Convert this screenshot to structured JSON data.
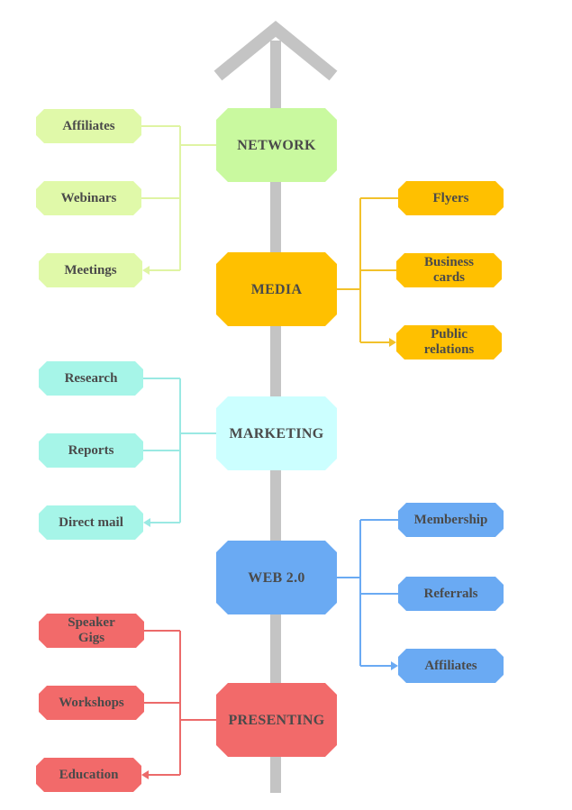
{
  "colors": {
    "spine": "#c4c4c4",
    "label_text": "#4a4a4a",
    "network_main": "#c9f99f",
    "network_leaf": "#e0f9a9",
    "network_line": "#dff4a3",
    "media_main": "#ffc000",
    "media_leaf": "#ffc000",
    "media_line": "#f2c12b",
    "marketing_main": "#ccffff",
    "marketing_leaf": "#a6f5e8",
    "marketing_line": "#9ae9e3",
    "web_main": "#6aaaf3",
    "web_leaf": "#6aaaf3",
    "web_line": "#6aaaf3",
    "presenting_main": "#f26a6a",
    "presenting_leaf": "#f26a6a",
    "presenting_line": "#ec6a6a"
  },
  "spine": {
    "icon": "up-arrow"
  },
  "categories": [
    {
      "id": "network",
      "label": "NETWORK",
      "side": "left",
      "leaves": [
        "Affiliates",
        "Webinars",
        "Meetings"
      ]
    },
    {
      "id": "media",
      "label": "MEDIA",
      "side": "right",
      "leaves": [
        "Flyers",
        "Business\ncards",
        "Public\nrelations"
      ]
    },
    {
      "id": "marketing",
      "label": "MARKETING",
      "side": "left",
      "leaves": [
        "Research",
        "Reports",
        "Direct mail"
      ]
    },
    {
      "id": "web",
      "label": "WEB 2.0",
      "side": "right",
      "leaves": [
        "Membership",
        "Referrals",
        "Affiliates"
      ]
    },
    {
      "id": "presenting",
      "label": "PRESENTING",
      "side": "left",
      "leaves": [
        "Speaker\nGigs",
        "Workshops",
        "Education"
      ]
    }
  ]
}
